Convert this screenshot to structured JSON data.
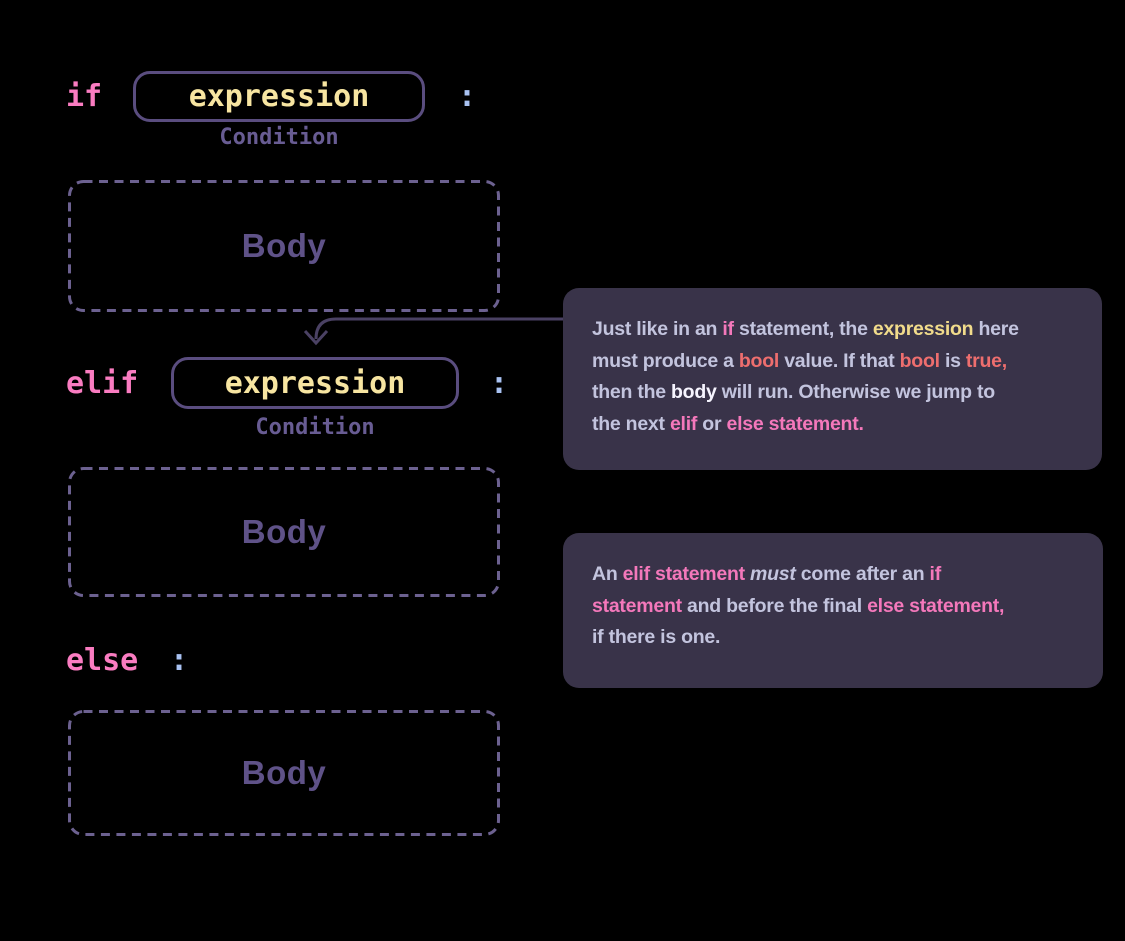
{
  "colors": {
    "background": "#000000",
    "keyword-pink": "#fa7cc1",
    "expression-yellow": "#f7e5a1",
    "colon-blue": "#a9c2f2",
    "box-border": "#5a4d7f",
    "condition-purple": "#685c93",
    "dashed-border": "#6c6190",
    "body-purple": "#5f5288",
    "arrow": "#4a4163",
    "callout-bg": "#393349",
    "callout-text": "#c3c4de",
    "callout-white": "#f6f4fe",
    "callout-pink": "#f478bb",
    "callout-yellow": "#f1db8b",
    "callout-coral": "#ee6e6e"
  },
  "diagram": {
    "if": {
      "keyword": "if",
      "expression": "expression",
      "colon": ":",
      "condition_label": "Condition"
    },
    "elif": {
      "keyword": "elif",
      "expression": "expression",
      "colon": ":",
      "condition_label": "Condition"
    },
    "else": {
      "keyword": "else",
      "colon": ":"
    },
    "bodies": [
      {
        "label": "Body"
      },
      {
        "label": "Body"
      },
      {
        "label": "Body"
      }
    ]
  },
  "callouts": [
    {
      "lines": [
        {
          "runs": [
            {
              "t": "Just like in an "
            },
            {
              "t": "if"
            },
            {
              "t": " statement, the "
            },
            {
              "t": "expression"
            },
            {
              "t": " here"
            }
          ]
        },
        {
          "runs": [
            {
              "t": "must produce a "
            },
            {
              "t": "bool"
            },
            {
              "t": " value. If that "
            },
            {
              "t": "bool"
            },
            {
              "t": " is "
            },
            {
              "t": "true,"
            }
          ]
        },
        {
          "runs": [
            {
              "t": "then the "
            },
            {
              "t": "body"
            },
            {
              "t": " will run. Otherwise we jump to"
            }
          ]
        },
        {
          "runs": [
            {
              "t": "the next "
            },
            {
              "t": "elif"
            },
            {
              "t": " or "
            },
            {
              "t": "else statement."
            }
          ]
        }
      ]
    },
    {
      "lines": [
        {
          "runs": [
            {
              "t": "An "
            },
            {
              "t": "elif statement"
            },
            {
              "t": " "
            },
            {
              "t": "must"
            },
            {
              "t": " come after an "
            },
            {
              "t": "if"
            }
          ]
        },
        {
          "runs": [
            {
              "t": "statement"
            },
            {
              "t": " and before the final "
            },
            {
              "t": "else statement,"
            }
          ]
        },
        {
          "runs": [
            {
              "t": "if there is one."
            }
          ]
        }
      ]
    }
  ]
}
